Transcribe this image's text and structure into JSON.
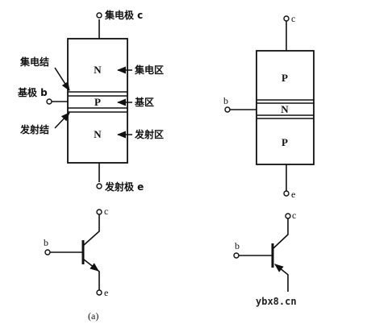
{
  "npn_structure": {
    "collector_terminal": "集电极 c",
    "collector_junction": "集电结",
    "base_terminal": "基极 b",
    "emitter_junction": "发射结",
    "emitter_terminal": "发射极 e",
    "collector_layer": "N",
    "base_layer": "P",
    "emitter_layer": "N",
    "collector_region": "集电区",
    "base_region": "基区",
    "emitter_region": "发射区"
  },
  "pnp_structure": {
    "collector_terminal": "c",
    "base_terminal": "b",
    "emitter_terminal": "e",
    "collector_layer": "P",
    "base_layer": "N",
    "emitter_layer": "P"
  },
  "npn_symbol": {
    "collector": "c",
    "base": "b",
    "emitter": "e"
  },
  "pnp_symbol": {
    "collector": "c",
    "base": "b"
  },
  "caption": "(a)",
  "watermark": "ybx8.cn"
}
